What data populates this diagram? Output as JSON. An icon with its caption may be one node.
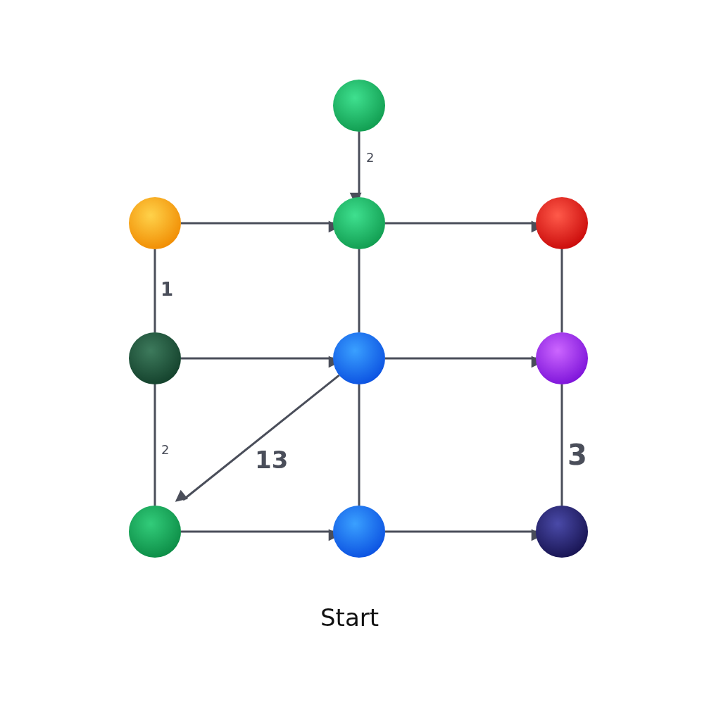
{
  "diagram": {
    "nodes": [
      {
        "text": [],
        "shape": "circle"
      },
      {
        "text": [],
        "shape": "circle"
      },
      {
        "text": [],
        "shape": "circle"
      },
      {
        "text": [],
        "shape": "circle"
      },
      {
        "text": [],
        "shape": "circle"
      },
      {
        "text": [],
        "shape": "circle"
      },
      {
        "text": [],
        "shape": "circle"
      },
      {
        "text": [],
        "shape": "circle"
      },
      {
        "text": [],
        "shape": "circle"
      },
      {
        "text": [],
        "shape": "circle"
      }
    ],
    "edges": [
      {
        "from": 0,
        "to": 2,
        "arrow": "to",
        "label": "2"
      },
      {
        "from": 1,
        "to": 2,
        "arrow": "to"
      },
      {
        "from": 2,
        "to": 3,
        "arrow": "to"
      },
      {
        "from": 1,
        "to": 4,
        "arrow": "none",
        "label": "1"
      },
      {
        "from": 2,
        "to": 5,
        "arrow": "none"
      },
      {
        "from": 3,
        "to": 6,
        "arrow": "none"
      },
      {
        "from": 4,
        "to": 5,
        "arrow": "to"
      },
      {
        "from": 5,
        "to": 6,
        "arrow": "to"
      },
      {
        "from": 4,
        "to": 7,
        "arrow": "none",
        "label": "2"
      },
      {
        "from": 5,
        "to": 7,
        "arrow": "to",
        "label": "13"
      },
      {
        "from": 5,
        "to": 8,
        "arrow": "none"
      },
      {
        "from": 6,
        "to": 9,
        "arrow": "none",
        "label": "3"
      },
      {
        "from": 7,
        "to": 8,
        "arrow": "to"
      },
      {
        "from": 8,
        "to": 9,
        "arrow": "to"
      }
    ],
    "labels": [
      "Start"
    ]
  }
}
